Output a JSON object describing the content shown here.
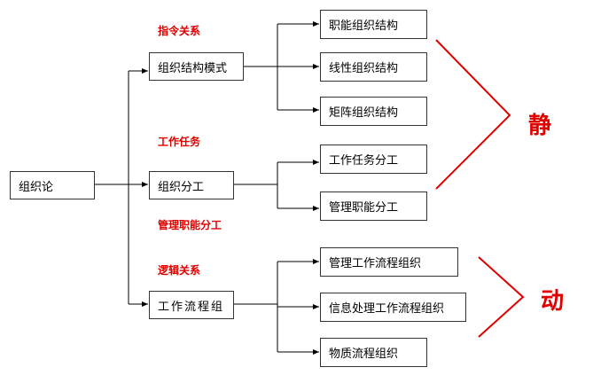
{
  "root": {
    "label": "组织论"
  },
  "groups": [
    {
      "node": "组织结构模式",
      "relation": "指令关系",
      "children": [
        "职能组织结构",
        "线性组织结构",
        "矩阵组织结构"
      ]
    },
    {
      "node": "组织分工",
      "relation": "工作任务",
      "relation_extra": "管理职能分工",
      "children": [
        "工作任务分工",
        "管理职能分工"
      ]
    },
    {
      "node": "工作流程组",
      "relation": "逻辑关系",
      "children": [
        "管理工作流程组织",
        "信息处理工作流程组织",
        "物质流程组织"
      ]
    }
  ],
  "brackets": {
    "static_label": "静",
    "dynamic_label": "动"
  },
  "colors": {
    "accent": "#e00000",
    "line": "#000000"
  }
}
